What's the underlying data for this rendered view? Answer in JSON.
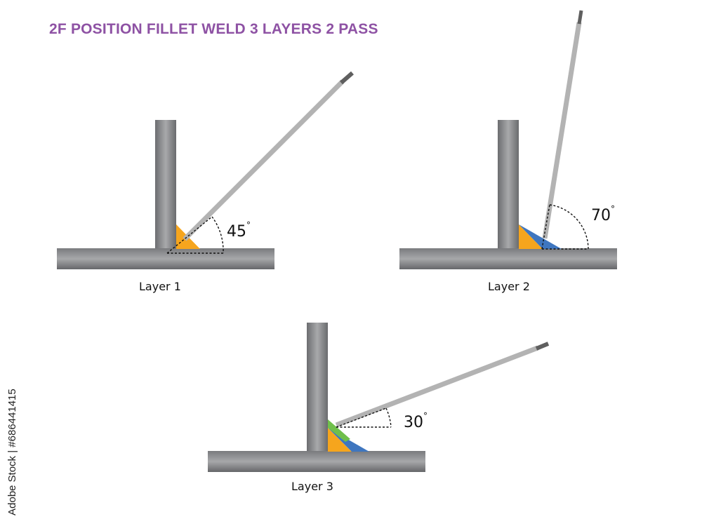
{
  "title": "2F POSITION FILLET WELD 3 LAYERS 2 PASS",
  "colors": {
    "title": "#8e52a4",
    "plate_light": "#a9aaac",
    "plate_dark": "#67686b",
    "electrode": "#b3b3b3",
    "electrode_tip": "#5f5f5f",
    "weld_layer1": "#f6a51d",
    "weld_layer2": "#3f76bf",
    "weld_layer3": "#6fbf4b"
  },
  "diagrams": [
    {
      "name": "layer-1",
      "label": "Layer 1",
      "angle_value": "45",
      "degree_symbol": "°"
    },
    {
      "name": "layer-2",
      "label": "Layer 2",
      "angle_value": "70",
      "degree_symbol": "°"
    },
    {
      "name": "layer-3",
      "label": "Layer 3",
      "angle_value": "30",
      "degree_symbol": "°"
    }
  ],
  "stock_id": "Adobe Stock | #686441415"
}
